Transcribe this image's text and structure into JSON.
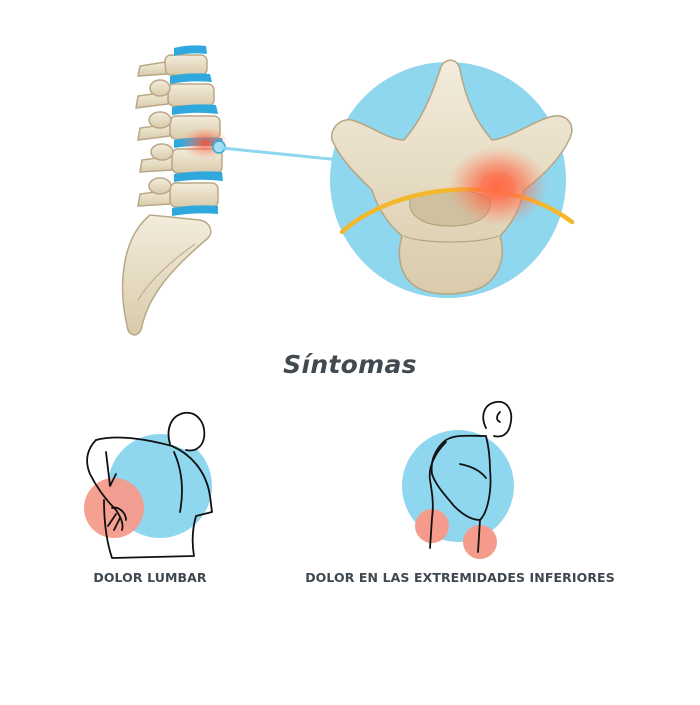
{
  "title": "Síntomas",
  "symptoms": [
    {
      "label": "DOLOR LUMBAR",
      "icon": "lower-back-pain-icon"
    },
    {
      "label": "DOLOR EN LAS EXTREMIDADES INFERIORES",
      "icon": "leg-pain-icon"
    }
  ],
  "colors": {
    "bone": "#e8dcc4",
    "bone_shade": "#bfae8e",
    "disc": "#2fa9dd",
    "circle": "#8fd6ef",
    "nerve": "#f4b72c",
    "pain": "#f45a3c",
    "text": "#414a50"
  }
}
